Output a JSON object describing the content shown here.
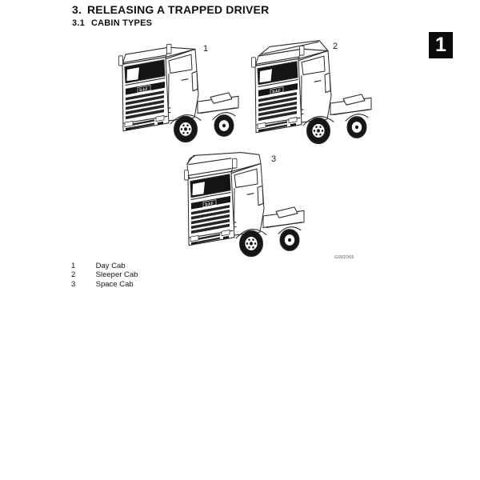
{
  "document": {
    "section": {
      "number": "3.",
      "title": "RELEASING A TRAPPED DRIVER"
    },
    "subsection": {
      "number": "3.1",
      "title": "CABIN TYPES"
    },
    "page_tab": "1"
  },
  "figure": {
    "code": "G002065",
    "truck_badge": "DAF",
    "callouts": [
      "1",
      "2",
      "3"
    ]
  },
  "legend": {
    "items": [
      {
        "num": "1",
        "label": "Day Cab"
      },
      {
        "num": "2",
        "label": "Sleeper Cab"
      },
      {
        "num": "3",
        "label": "Space Cab"
      }
    ]
  },
  "colors": {
    "line": "#2b2b2b",
    "dark_fill": "#161616",
    "page_bg": "#ffffff",
    "tab_bg": "#0b0b0b",
    "tab_fg": "#ffffff"
  }
}
